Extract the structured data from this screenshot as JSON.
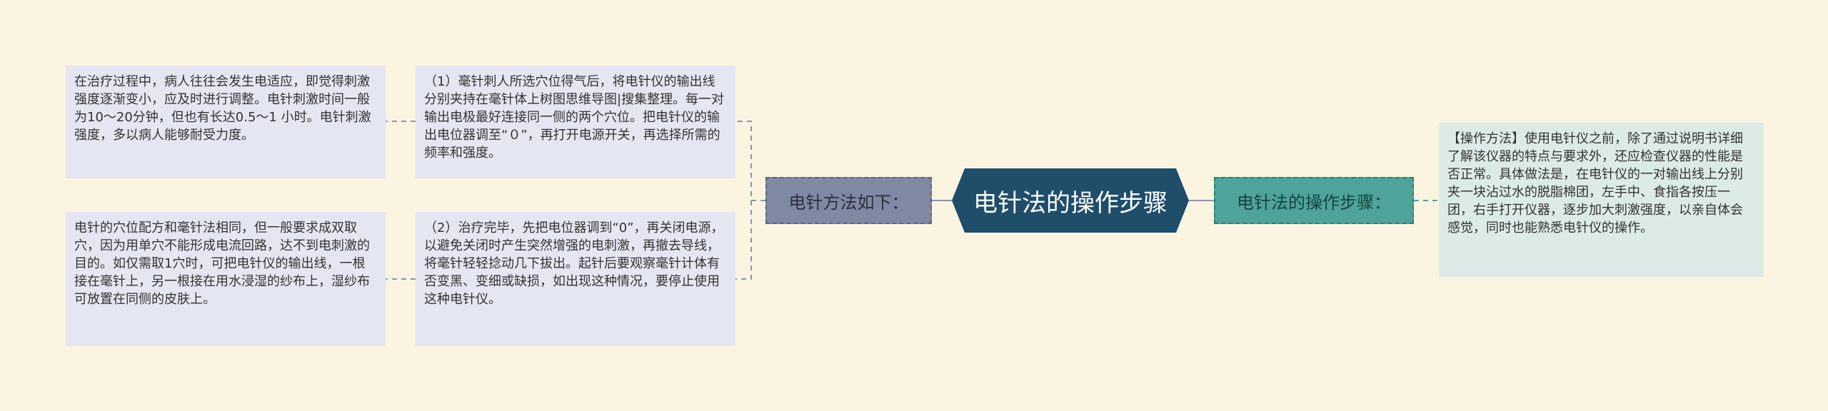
{
  "central_topic": "电针法的操作步骤",
  "left_branch": {
    "label": "电针方法如下：",
    "children": [
      {
        "text": "（1）毫针刺人所选穴位得气后，将电针仪的输出线分别夹持在毫针体上树图思维导图|搜集整理。每一对输出电极最好连接同一侧的两个穴位。把电针仪的输出电位器调至“０”，再打开电源开关，再选择所需的频率和强度。",
        "note": "在治疗过程中，病人往往会发生电适应，即觉得刺激强度逐渐变小，应及时进行调整。电针刺激时间一般为10～20分钟，但也有长达0.5～1 小时。电针刺激强度，多以病人能够耐受力度。"
      },
      {
        "text": "（2）治疗完毕，先把电位器调到“0”，再关闭电源，以避免关闭时产生突然增强的电刺激，再撤去导线，将毫针轻轻捻动几下拔出。起针后要观察毫针计体有否变黑、变细或缺损，如出现这种情况，要停止使用这种电针仪。",
        "note": "电针的穴位配方和毫针法相同，但一般要求成双取穴，因为用单穴不能形成电流回路，达不到电刺激的目的。如仅需取1穴时，可把电针仪的输出线，一根接在毫针上，另一根接在用水浸湿的纱布上，湿纱布可放置在同侧的皮肤上。"
      }
    ]
  },
  "right_branch": {
    "label": "电针法的操作步骤：",
    "children": [
      {
        "text": "【操作方法】使用电针仪之前，除了通过说明书详细了解该仪器的特点与要求外，还应检查仪器的性能是否正常。具体做法是，在电针仪的一对输出线上分别夹一块沾过水的脱脂棉团，左手中、食指各按压一团，右手打开仪器，逐步加大刺激强度，以亲自体会感觉，同时也能熟悉电针仪的操作。"
      }
    ]
  },
  "colors": {
    "background": "#faf4e1",
    "central": "#1f4e6b",
    "left_label": "#7f89a4",
    "right_label": "#4ea39b",
    "left_leaf": "#e4e6f2",
    "right_leaf": "#dcebe8",
    "connector": "#7f89a4"
  }
}
